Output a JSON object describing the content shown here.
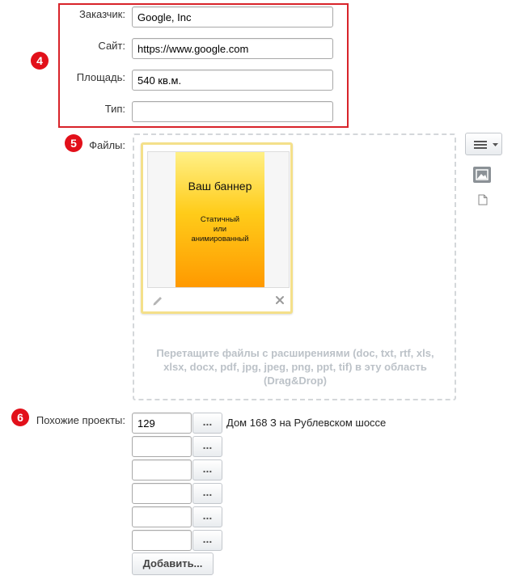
{
  "markers": {
    "m4": "4",
    "m5": "5",
    "m6": "6"
  },
  "form": {
    "customer": {
      "label": "Заказчик:",
      "value": "Google, Inc"
    },
    "site": {
      "label": "Сайт:",
      "value": "https://www.google.com"
    },
    "area": {
      "label": "Площадь:",
      "value": "540 кв.м."
    },
    "type": {
      "label": "Тип:",
      "value": ""
    }
  },
  "files": {
    "label": "Файлы:",
    "card": {
      "title": "Ваш баннер",
      "line1": "Статичный",
      "line2": "или",
      "line3": "анимированный"
    },
    "drop_hint_line1": "Перетащите файлы с расширениями (doc, txt, rtf, xls,",
    "drop_hint_line2": "xlsx, docx, pdf, jpg, jpeg, png, ppt, tif) в эту область",
    "drop_hint_line3": "(Drag&Drop)",
    "icons": [
      "menu-icon",
      "chevron-down-icon",
      "image-icon",
      "document-icon",
      "pencil-icon",
      "close-icon"
    ]
  },
  "related": {
    "label": "Похожие проекты:",
    "rows": [
      {
        "value": "129",
        "name": "Дом 168 З на Рублевском шоссе"
      },
      {
        "value": "",
        "name": ""
      },
      {
        "value": "",
        "name": ""
      },
      {
        "value": "",
        "name": ""
      },
      {
        "value": "",
        "name": ""
      },
      {
        "value": "",
        "name": ""
      }
    ],
    "browse_label": "...",
    "add_label": "Добавить..."
  },
  "colors": {
    "marker_red": "#e2101a",
    "highlight_border": "#d8232a",
    "banner_top": "#fff087",
    "banner_bottom": "#ff9900"
  }
}
